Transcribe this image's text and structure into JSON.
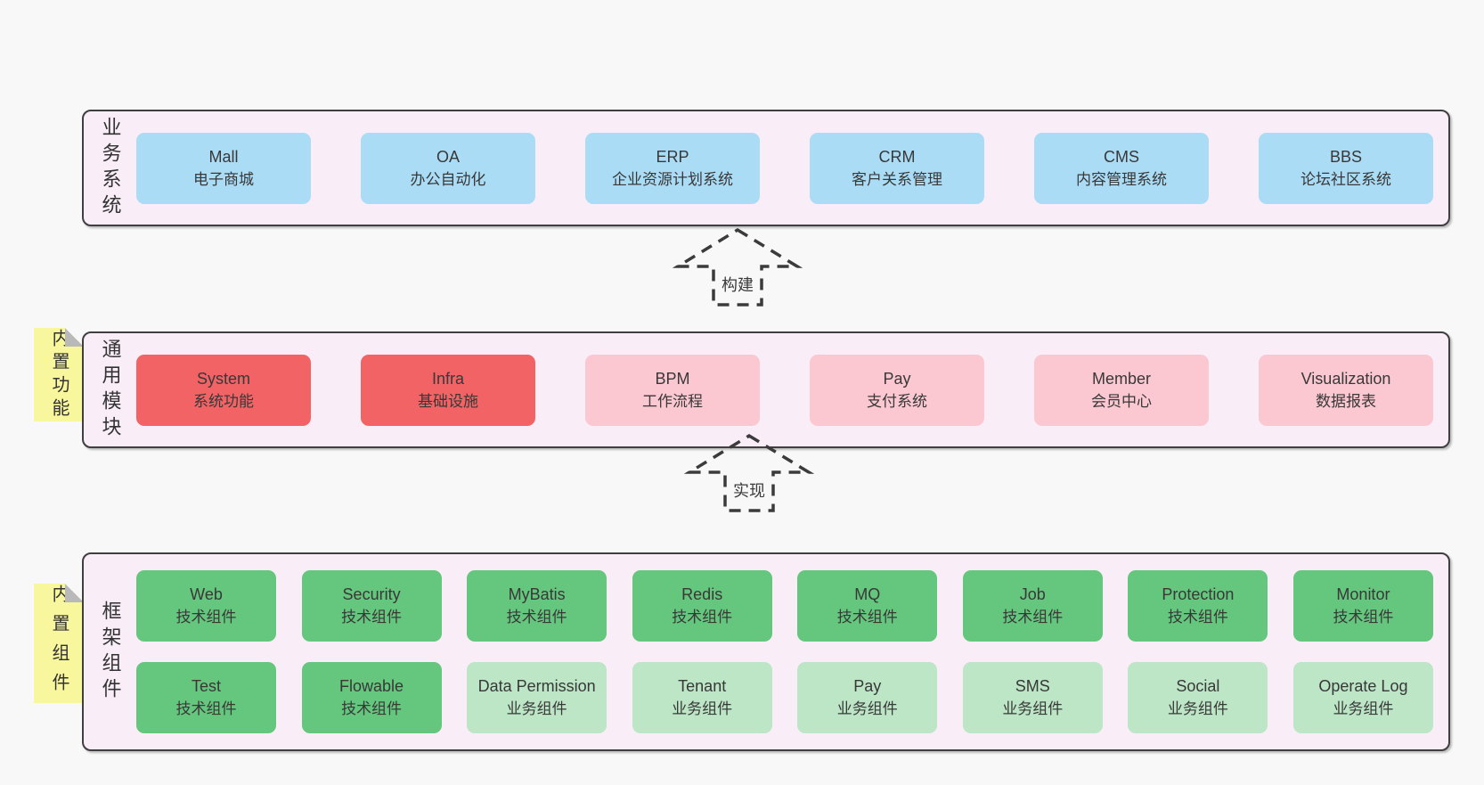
{
  "arrows": {
    "build": "构建",
    "implement": "实现"
  },
  "layers": {
    "business": {
      "label": "业务系统",
      "items": [
        {
          "name": "Mall",
          "desc": "电子商城"
        },
        {
          "name": "OA",
          "desc": "办公自动化"
        },
        {
          "name": "ERP",
          "desc": "企业资源计划系统"
        },
        {
          "name": "CRM",
          "desc": "客户关系管理"
        },
        {
          "name": "CMS",
          "desc": "内容管理系统"
        },
        {
          "name": "BBS",
          "desc": "论坛社区系统"
        }
      ]
    },
    "modules": {
      "label": "通用模块",
      "tag": "内置功能",
      "items": [
        {
          "name": "System",
          "desc": "系统功能"
        },
        {
          "name": "Infra",
          "desc": "基础设施"
        },
        {
          "name": "BPM",
          "desc": "工作流程"
        },
        {
          "name": "Pay",
          "desc": "支付系统"
        },
        {
          "name": "Member",
          "desc": "会员中心"
        },
        {
          "name": "Visualization",
          "desc": "数据报表"
        }
      ]
    },
    "components": {
      "label": "框架组件",
      "tag": "内置组件",
      "row1": [
        {
          "name": "Web",
          "desc": "技术组件"
        },
        {
          "name": "Security",
          "desc": "技术组件"
        },
        {
          "name": "MyBatis",
          "desc": "技术组件"
        },
        {
          "name": "Redis",
          "desc": "技术组件"
        },
        {
          "name": "MQ",
          "desc": "技术组件"
        },
        {
          "name": "Job",
          "desc": "技术组件"
        },
        {
          "name": "Protection",
          "desc": "技术组件"
        },
        {
          "name": "Monitor",
          "desc": "技术组件"
        }
      ],
      "row2": [
        {
          "name": "Test",
          "desc": "技术组件"
        },
        {
          "name": "Flowable",
          "desc": "技术组件"
        },
        {
          "name": "Data Permission",
          "desc": "业务组件"
        },
        {
          "name": "Tenant",
          "desc": "业务组件"
        },
        {
          "name": "Pay",
          "desc": "业务组件"
        },
        {
          "name": "SMS",
          "desc": "业务组件"
        },
        {
          "name": "Social",
          "desc": "业务组件"
        },
        {
          "name": "Operate Log",
          "desc": "业务组件"
        }
      ]
    }
  },
  "colors": {
    "canvas_bg": "#f8f8f8",
    "layer_bg": "#f9eef7",
    "layer_border": "#3f3f3f",
    "blue": "#abdcf6",
    "red": "#f16364",
    "pink": "#fbc8d1",
    "green": "#65c67d",
    "light_green": "#bce6c6",
    "tag_yellow": "#f9f79e",
    "fold_gray": "#b9b9b9",
    "text": "#3a3a3a"
  }
}
